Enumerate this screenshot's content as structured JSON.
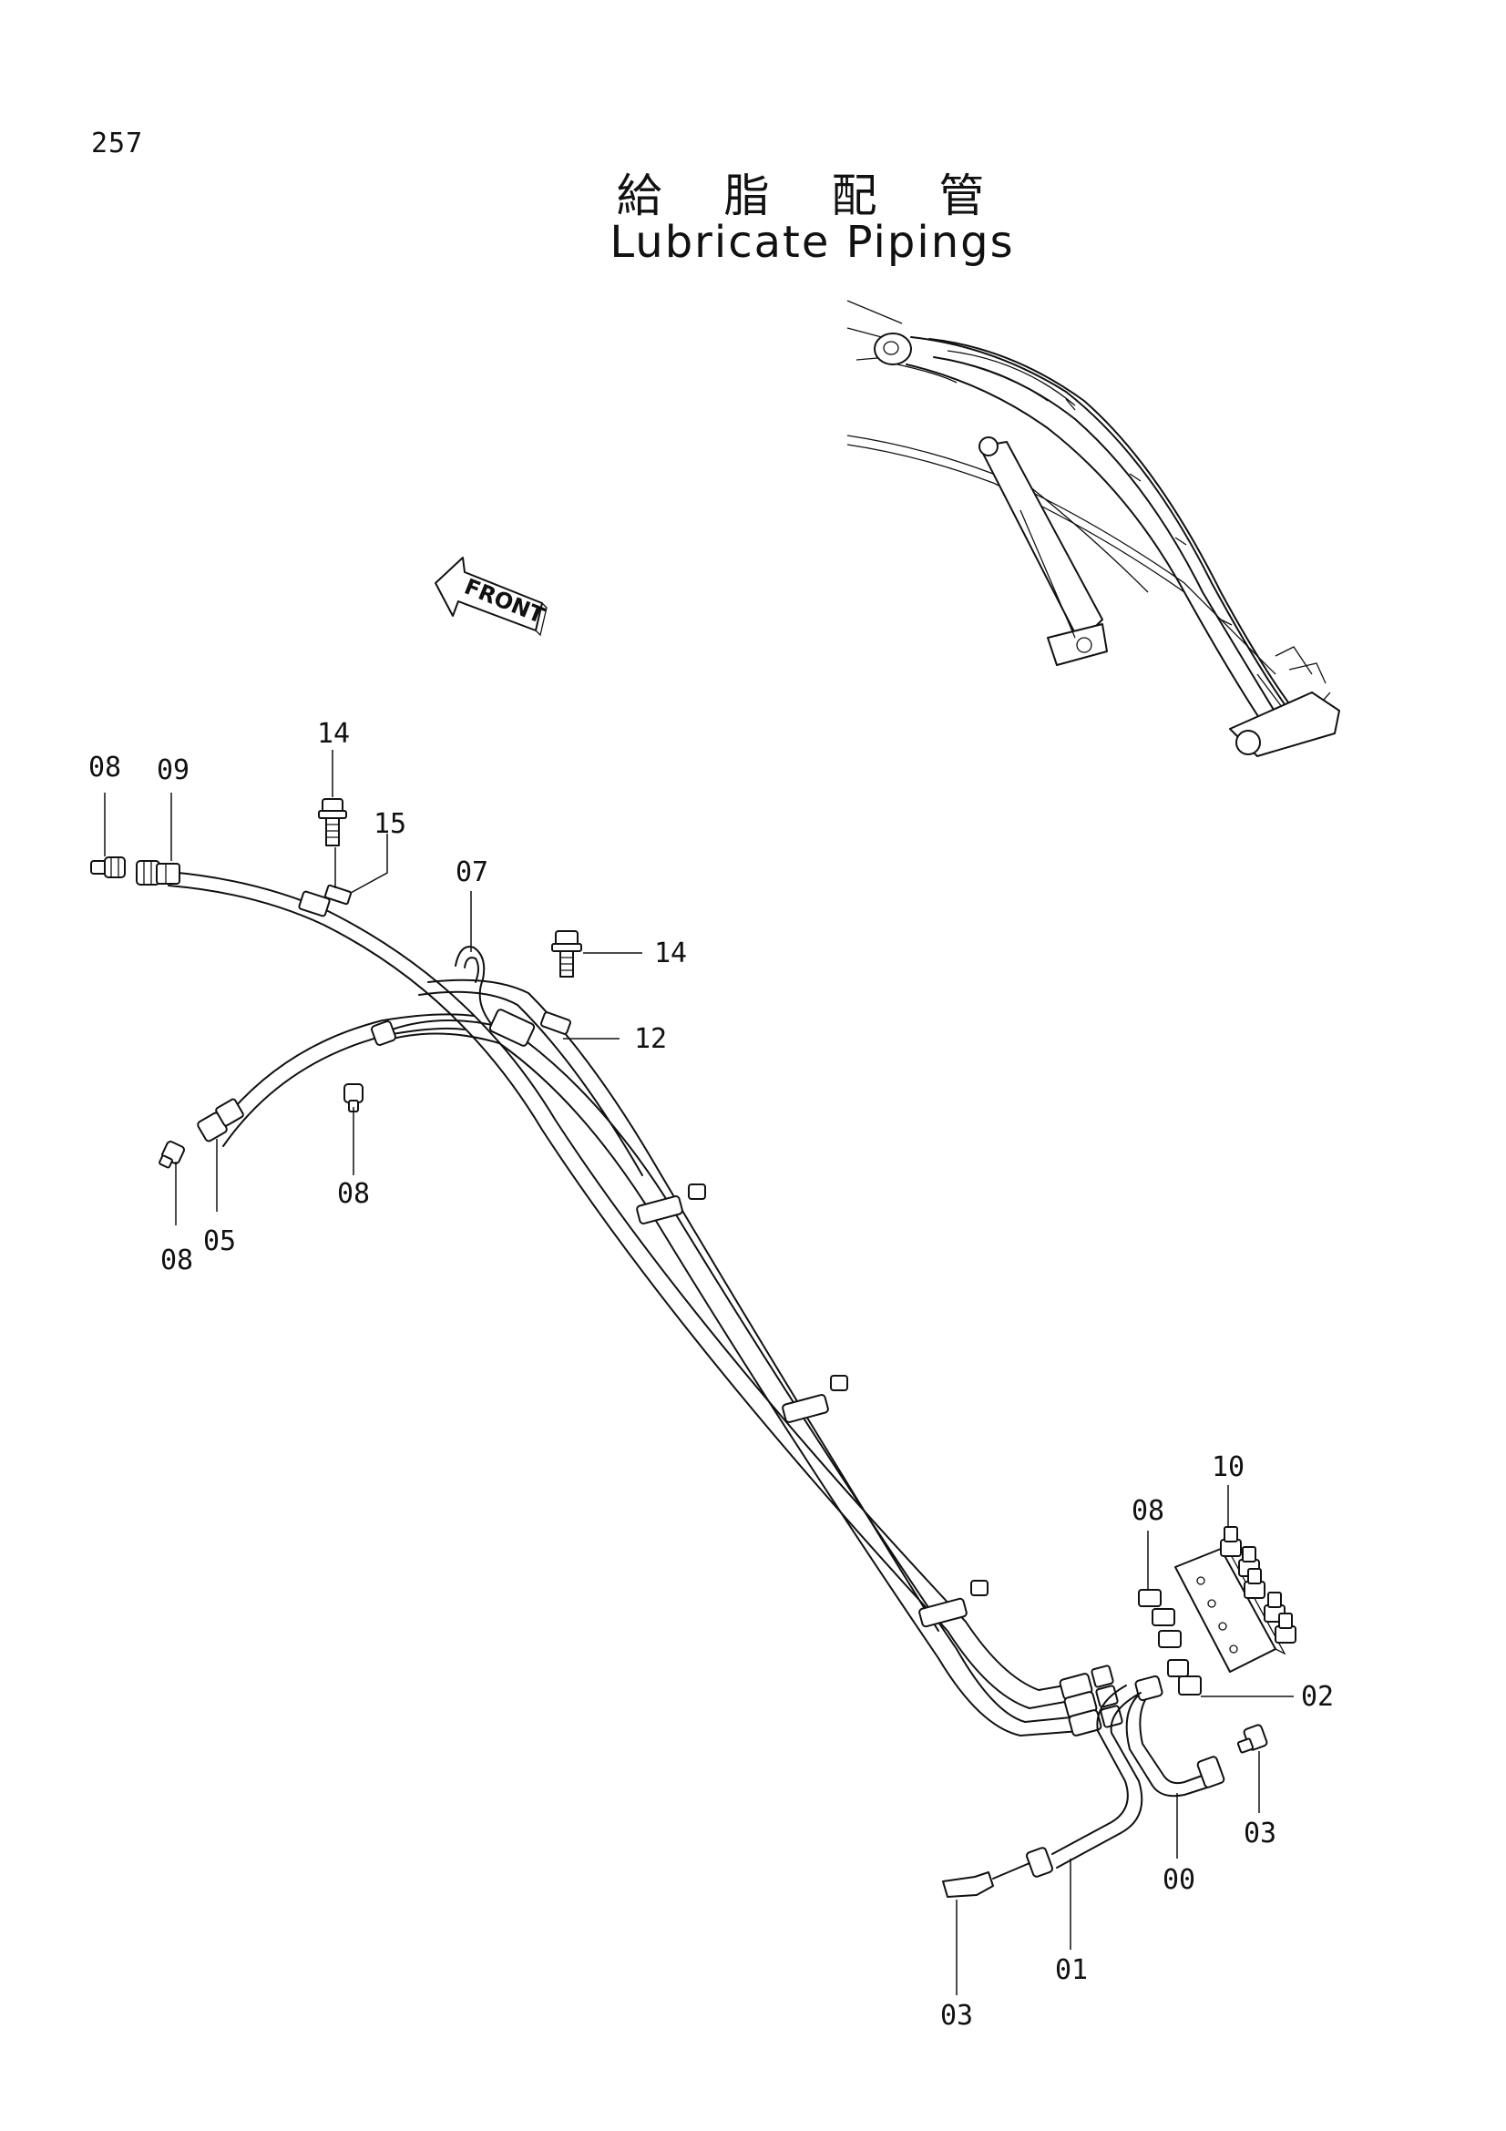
{
  "page_number": "257",
  "title_jp": "給 脂 配 管",
  "title_en": "Lubricate Pipings",
  "front_label": "FRONT",
  "callouts": {
    "c08_a": "08",
    "c09": "09",
    "c14_a": "14",
    "c15": "15",
    "c07": "07",
    "c14_b": "14",
    "c12": "12",
    "c08_b": "08",
    "c08_c": "08",
    "c05": "05",
    "c10": "10",
    "c08_d": "08",
    "c02": "02",
    "c03_a": "03",
    "c00": "00",
    "c01": "01",
    "c03_b": "03"
  }
}
